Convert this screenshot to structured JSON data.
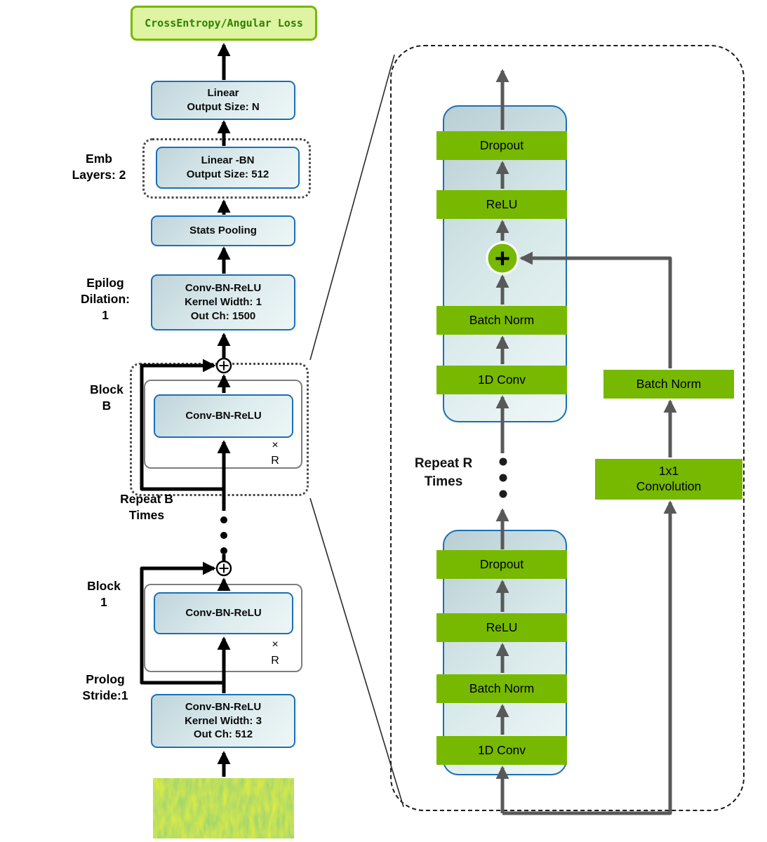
{
  "colors": {
    "nvidia_green": "#76b900",
    "loss_fill": "#def4a2",
    "loss_text": "#2e8000",
    "box_border_blue": "#1a6fb5",
    "box_fill_teal": "#c9dce0",
    "arrow_black": "#000000",
    "arrow_gray": "#595959"
  },
  "left_pipeline": {
    "loss_label": "CrossEntropy/Angular Loss",
    "linear_box": [
      "Linear",
      "Output Size: N"
    ],
    "emb_label": [
      "Emb",
      "Layers: 2"
    ],
    "emb_box": [
      "Linear -BN",
      "Output Size: 512"
    ],
    "stats_box": "Stats Pooling",
    "epilog_label": [
      "Epilog",
      "Dilation:",
      "1"
    ],
    "epilog_box": [
      "Conv-BN-ReLU",
      "Kernel Width: 1",
      "Out Ch: 1500"
    ],
    "block_b_label": [
      "Block",
      "B"
    ],
    "block_b_box": "Conv-BN-ReLU",
    "block_b_times": "×",
    "block_b_r": "R",
    "repeat_b_label": [
      "Repeat B",
      "Times"
    ],
    "block_1_label": [
      "Block",
      "1"
    ],
    "block_1_box": "Conv-BN-ReLU",
    "block_1_times": "×",
    "block_1_r": "R",
    "prolog_label": [
      "Prolog",
      "Stride:1"
    ],
    "prolog_box": [
      "Conv-BN-ReLU",
      "Kernel Width: 3",
      "Out Ch: 512"
    ]
  },
  "right_detail": {
    "top_block": {
      "dropout": "Dropout",
      "relu": "ReLU",
      "plus": "+",
      "batch_norm": "Batch Norm",
      "conv1d": "1D Conv"
    },
    "repeat_label": [
      "Repeat R",
      "Times"
    ],
    "bottom_block": {
      "dropout": "Dropout",
      "relu": "ReLU",
      "batch_norm": "Batch Norm",
      "conv1d": "1D Conv"
    },
    "residual_branch": {
      "batch_norm": "Batch Norm",
      "conv1x1": [
        "1x1",
        "Convolution"
      ]
    }
  }
}
